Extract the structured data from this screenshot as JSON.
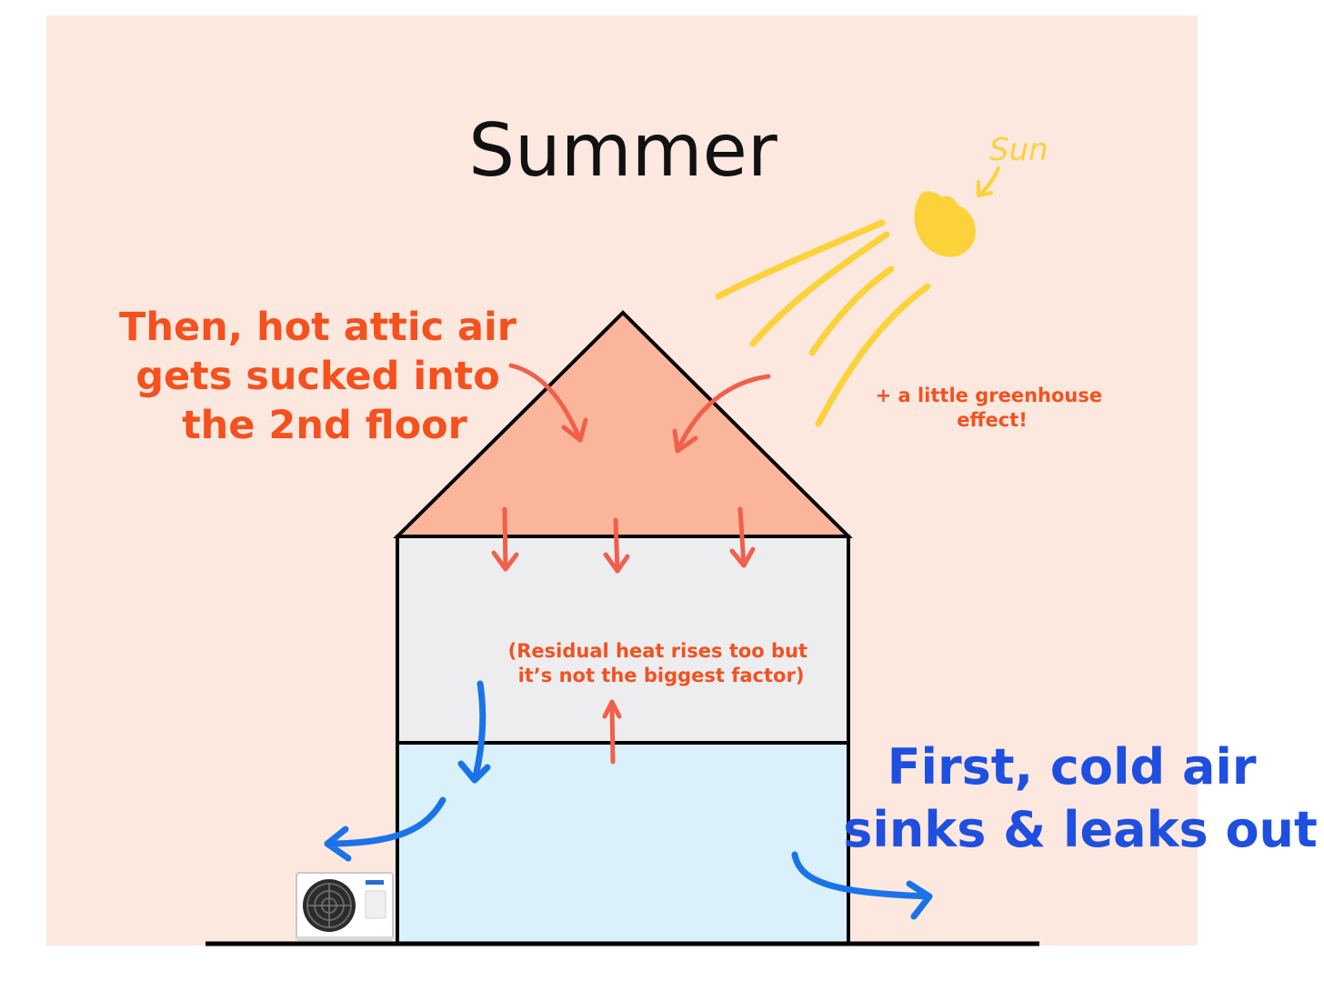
{
  "title": "Summer",
  "labels": {
    "attic_air": [
      "Then, hot attic air",
      "gets sucked into",
      "the 2nd floor"
    ],
    "cold_air": [
      "First, cold air",
      "sinks & leaks out"
    ],
    "greenhouse": [
      "+ a little greenhouse",
      "effect!"
    ],
    "residual_heat": [
      "(Residual heat rises too but",
      "it’s not the biggest factor)"
    ],
    "sun": "Sun"
  },
  "colors": {
    "background": "#fde8e0",
    "attic": "#fbb59a",
    "second_floor": "#ededf0",
    "first_floor": "#daf0fb",
    "outline": "#000000",
    "red_text": "#f4511e",
    "red_arrow": "#f0604a",
    "blue": "#1a73e8",
    "blue_text": "#1f4fe0",
    "sun": "#fbd23a"
  },
  "icons": {
    "ac_unit": "outdoor-ac-unit-icon"
  }
}
